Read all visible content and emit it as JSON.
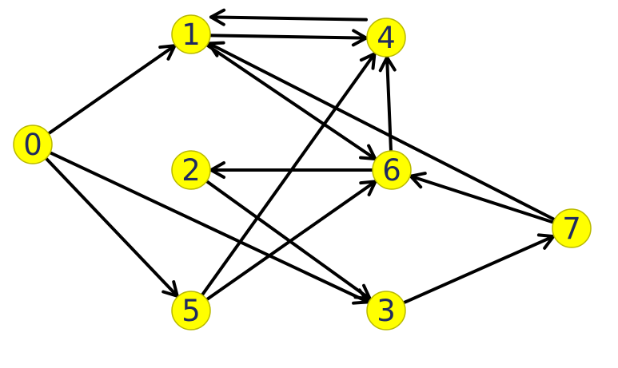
{
  "graph": {
    "colors": {
      "node_fill": "#ffff00",
      "node_stroke": "#b8b800",
      "label": "#1f2a60",
      "edge": "#000000"
    },
    "nodes": [
      {
        "id": "0",
        "label": "0"
      },
      {
        "id": "1",
        "label": "1"
      },
      {
        "id": "2",
        "label": "2"
      },
      {
        "id": "3",
        "label": "3"
      },
      {
        "id": "4",
        "label": "4"
      },
      {
        "id": "5",
        "label": "5"
      },
      {
        "id": "6",
        "label": "6"
      },
      {
        "id": "7",
        "label": "7"
      }
    ],
    "edges": [
      {
        "from": "0",
        "to": "1"
      },
      {
        "from": "0",
        "to": "5"
      },
      {
        "from": "0",
        "to": "3"
      },
      {
        "from": "1",
        "to": "4"
      },
      {
        "from": "4",
        "to": "1"
      },
      {
        "from": "1",
        "to": "6"
      },
      {
        "from": "6",
        "to": "4"
      },
      {
        "from": "6",
        "to": "2"
      },
      {
        "from": "2",
        "to": "3"
      },
      {
        "from": "5",
        "to": "4"
      },
      {
        "from": "5",
        "to": "6"
      },
      {
        "from": "7",
        "to": "1"
      },
      {
        "from": "7",
        "to": "6"
      },
      {
        "from": "3",
        "to": "7"
      }
    ]
  }
}
